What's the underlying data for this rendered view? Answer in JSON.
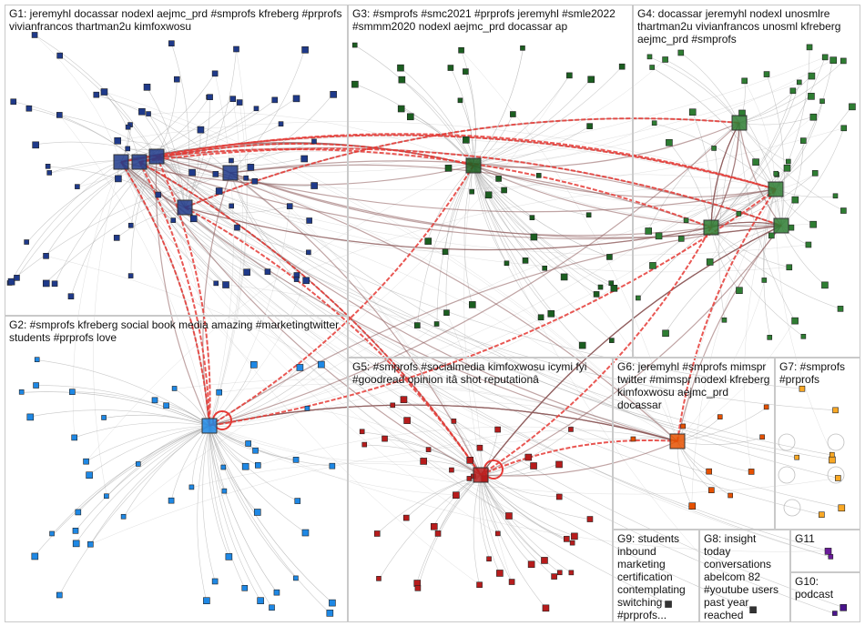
{
  "groups": [
    {
      "id": "G1",
      "label": "G1: jeremyhl docassar nodexl aejmc_prd #smprofs kfreberg #prprofs vivianfrancos thartman2u kimfoxwosu",
      "color": "#1f3a8a"
    },
    {
      "id": "G2",
      "label": "G2: #smprofs kfreberg social book media amazing #marketingtwitter students #prprofs love",
      "color": "#1e88e5"
    },
    {
      "id": "G3",
      "label": "G3: #smprofs #smc2021 #prprofs jeremyhl #smle2022 #smmm2020 nodexl aejmc_prd docassar ap",
      "color": "#1b5e20"
    },
    {
      "id": "G4",
      "label": "G4: docassar jeremyhl nodexl unosmlre thartman2u vivianfrancos unosml kfreberg aejmc_prd #smprofs",
      "color": "#2e7d32"
    },
    {
      "id": "G5",
      "label": "G5: #smprofs #socialmedia kimfoxwosu icymi fyi #goodread opinion itâ shot reputationâ",
      "color": "#b71c1c"
    },
    {
      "id": "G6",
      "label": "G6: jeremyhl #smprofs mimspr twitter #mimspr nodexl kfreberg kimfoxwosu aejmc_prd docassar",
      "color": "#e65100"
    },
    {
      "id": "G7",
      "label": "G7: #smprofs #prprofs",
      "color": "#f9a825"
    },
    {
      "id": "G8",
      "label": "G8: insight today conversations abelcom 82 #youtube users past year reached",
      "color": "#333333"
    },
    {
      "id": "G9",
      "label": "G9: students inbound marketing certification contemplating switching #prprofs...",
      "color": "#333333"
    },
    {
      "id": "G10",
      "label": "G10: podcast",
      "color": "#4a148c"
    },
    {
      "id": "G11",
      "label": "G11",
      "color": "#6a1b9a"
    }
  ],
  "hubs": {
    "G1": [
      "vivianfrancos",
      "thartman2u",
      "docassar",
      "aejmc_prd",
      "jeremyhl"
    ],
    "G2": [
      "kfreberg"
    ],
    "G3": [
      "jeremyhl"
    ],
    "G4": [
      "nodexl",
      "unosmlre",
      "unosml",
      "aejmc_prd"
    ],
    "G5": [
      "kimfoxwosu"
    ],
    "G6": [
      "mimspr"
    ]
  }
}
